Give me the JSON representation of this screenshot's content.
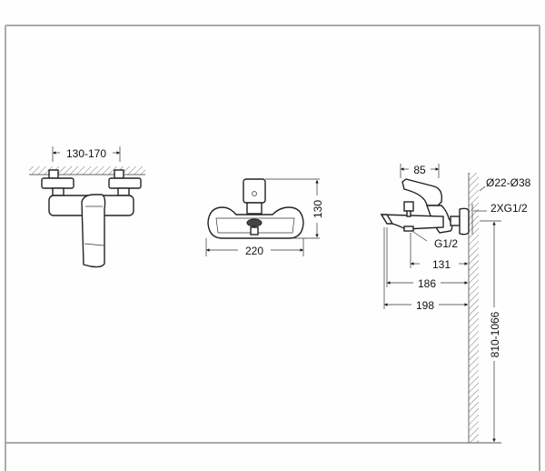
{
  "diagram": {
    "front_view": {
      "pipe_spacing_label": "130-170"
    },
    "top_view": {
      "height_label": "130",
      "width_label": "220"
    },
    "side_view": {
      "handle_depth_label": "85",
      "wall_pipe_label": "Ø22-Ø38",
      "connection_label": "2XG1/2",
      "outlet_label": "G1/2",
      "dim_131_label": "131",
      "dim_186_label": "186",
      "dim_198_label": "198",
      "mount_height_label": "810-1066"
    }
  }
}
